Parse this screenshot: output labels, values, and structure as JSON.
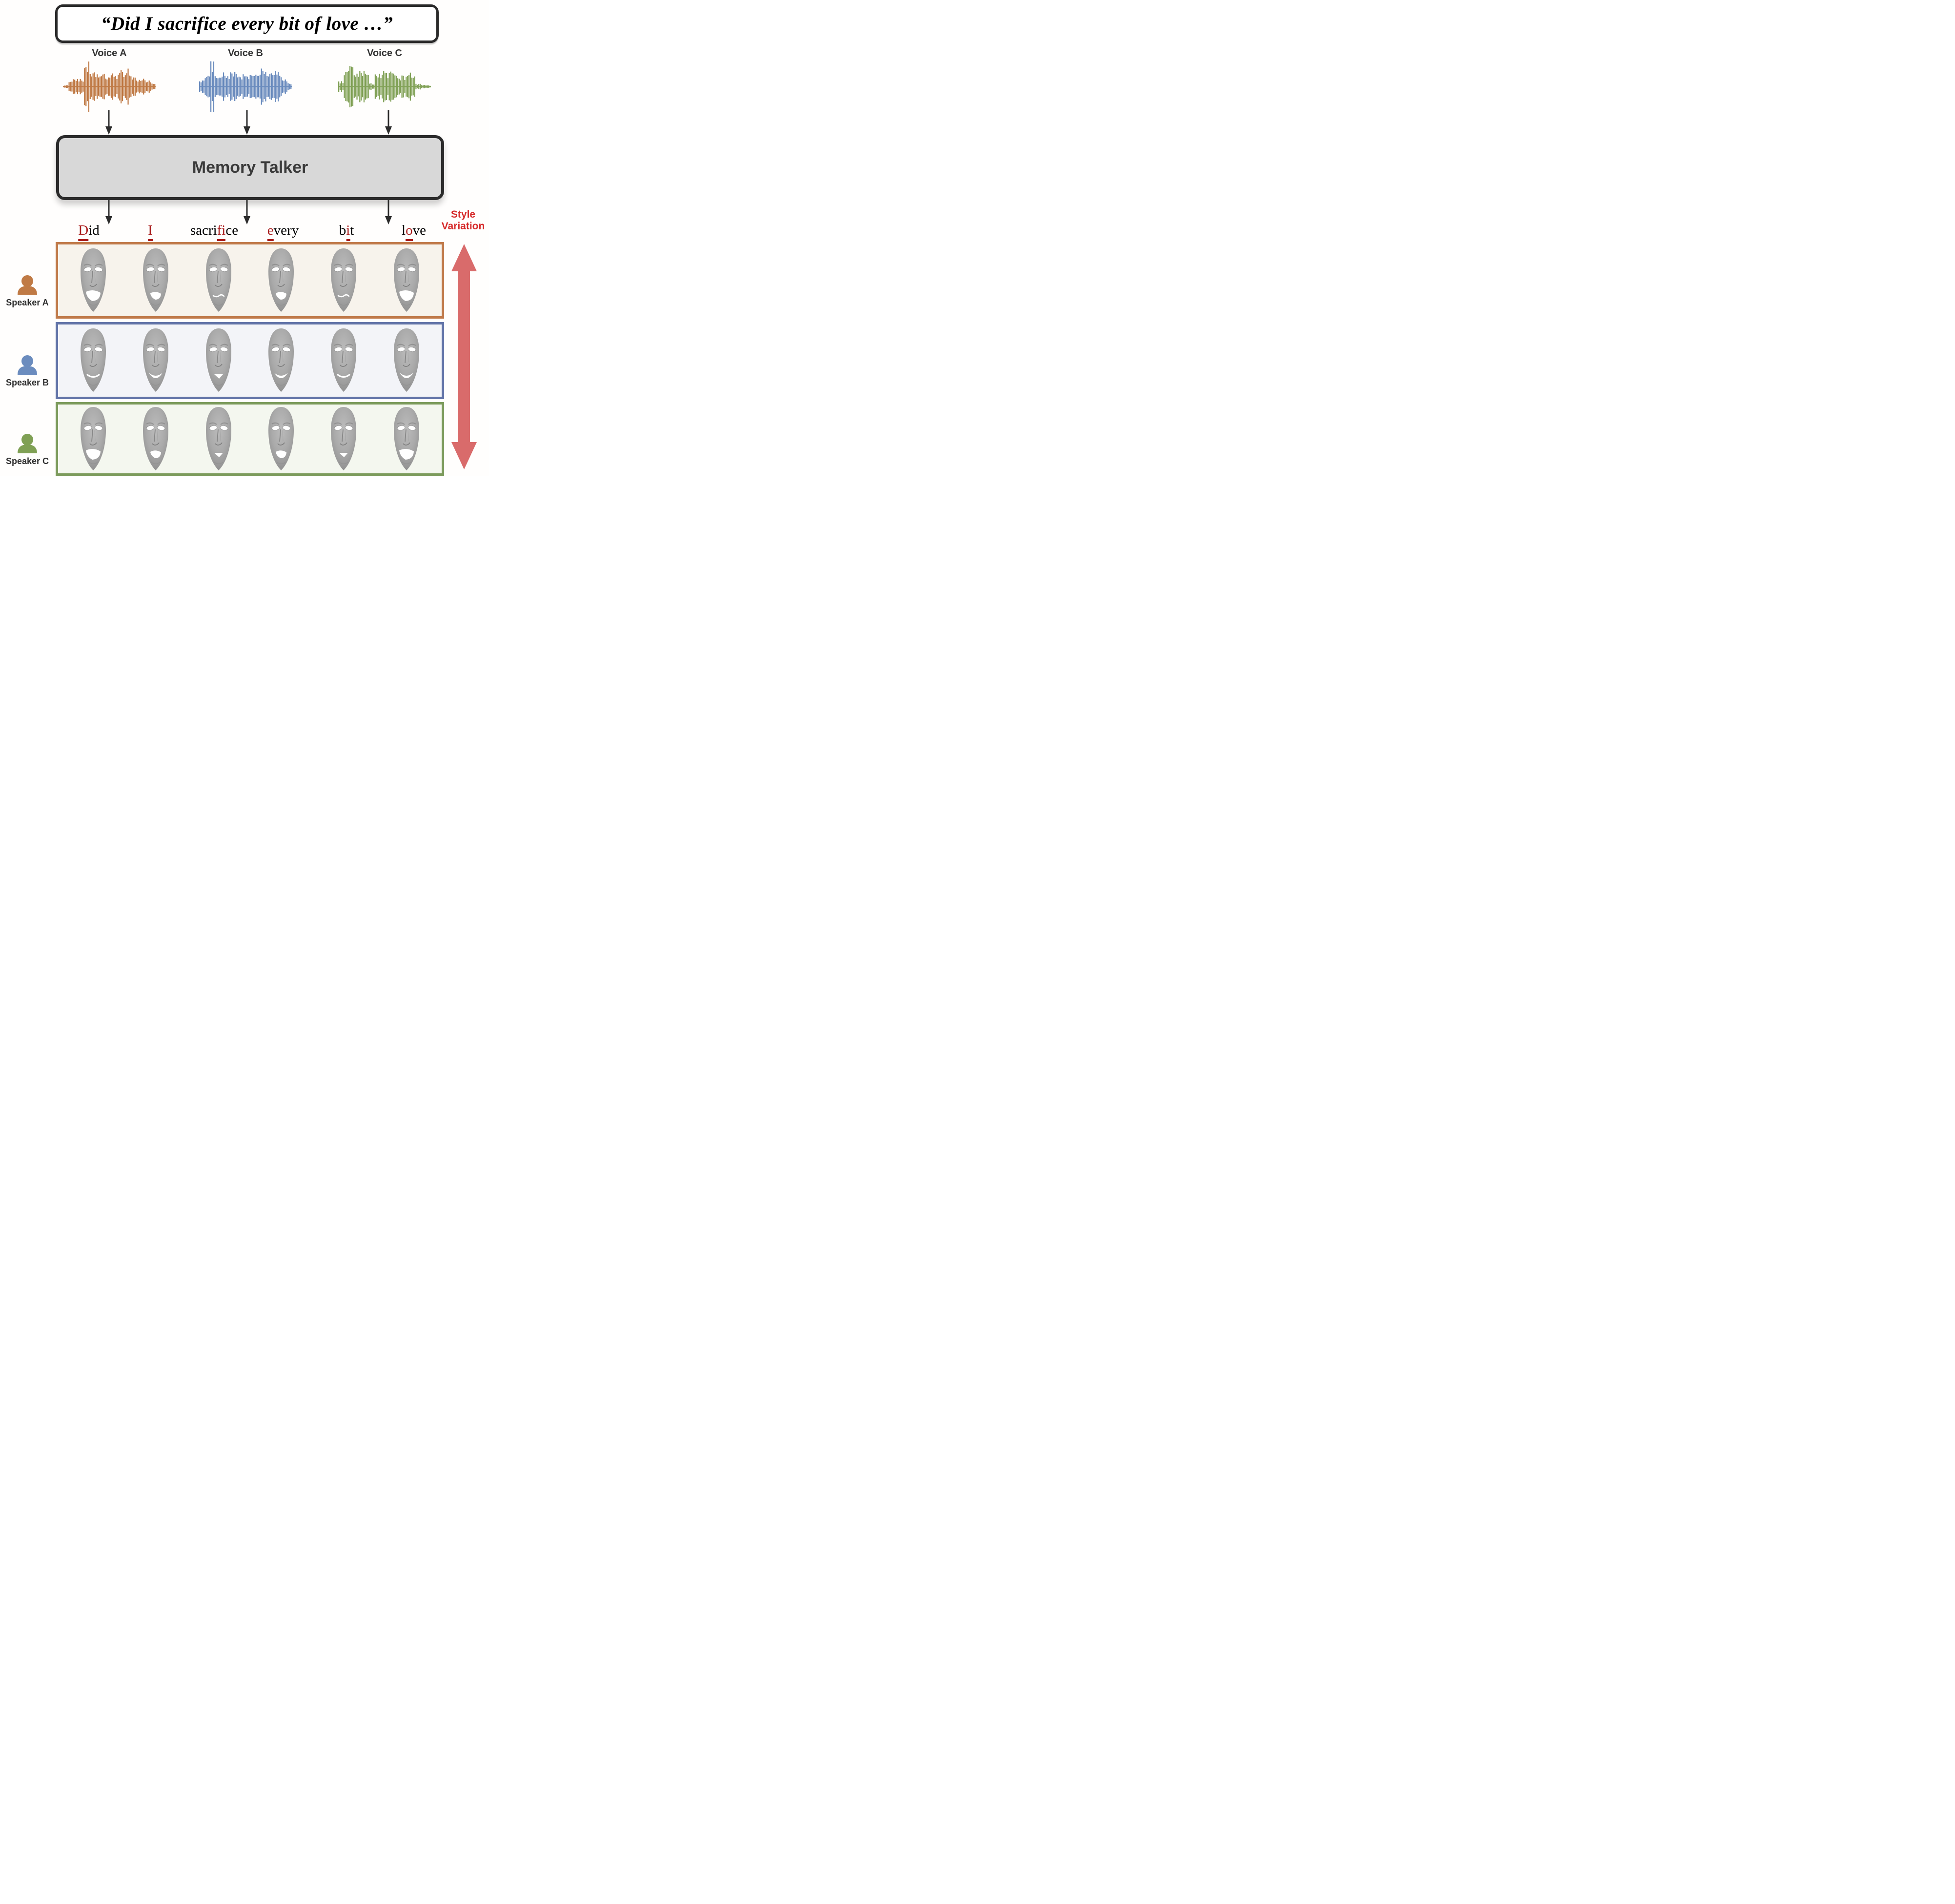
{
  "quote": {
    "text": "“Did I sacrifice every bit of love …”"
  },
  "voices": [
    {
      "label": "Voice A",
      "icon": "waveform-icon",
      "color": "#c07b47"
    },
    {
      "label": "Voice B",
      "icon": "waveform-icon",
      "color": "#6b8cbe"
    },
    {
      "label": "Voice C",
      "icon": "waveform-icon",
      "color": "#82a258"
    }
  ],
  "model": {
    "label": "Memory Talker",
    "fill": "#d8d8d8",
    "border": "#2b2b2b"
  },
  "arrows": {
    "down_icon": "down-arrow-icon",
    "color": "#2c2c2c"
  },
  "words": [
    {
      "pre": "",
      "red": "D",
      "post": "id"
    },
    {
      "pre": "",
      "red": "I",
      "post": ""
    },
    {
      "pre": "sacri",
      "red": "fi",
      "post": "ce"
    },
    {
      "pre": "",
      "red": "e",
      "post": "very"
    },
    {
      "pre": "b",
      "red": "i",
      "post": "t"
    },
    {
      "pre": "l",
      "red": "o",
      "post": "ve"
    }
  ],
  "word_highlight_color": "#a91d1d",
  "style_variation": {
    "line1": "Style",
    "line2": "Variation",
    "text_color": "#d62a2a",
    "arrow_icon": "double-arrow-icon",
    "arrow_color": "#d96b6b"
  },
  "speakers": [
    {
      "label": "Speaker A",
      "icon": "person-icon",
      "color": "#c07a45",
      "border": "#c07a4a",
      "fill": "#f7f3ec",
      "mouths": [
        "open-big",
        "open-med",
        "line",
        "open-med",
        "line",
        "open-big"
      ]
    },
    {
      "label": "Speaker B",
      "icon": "person-icon",
      "color": "#6b8cbe",
      "border": "#6274a8",
      "fill": "#f3f4f8",
      "mouths": [
        "smile-thin",
        "smile-open",
        "open-small",
        "smile-open",
        "smile-thin",
        "smile-open"
      ]
    },
    {
      "label": "Speaker C",
      "icon": "person-icon",
      "color": "#7fa054",
      "border": "#7c9b5c",
      "fill": "#f4f7ef",
      "mouths": [
        "open-big",
        "open-med",
        "open-small",
        "open-med",
        "open-small",
        "open-big"
      ]
    }
  ],
  "face": {
    "base_color": "#a9a9a9",
    "eye_color": "#ffffff"
  }
}
